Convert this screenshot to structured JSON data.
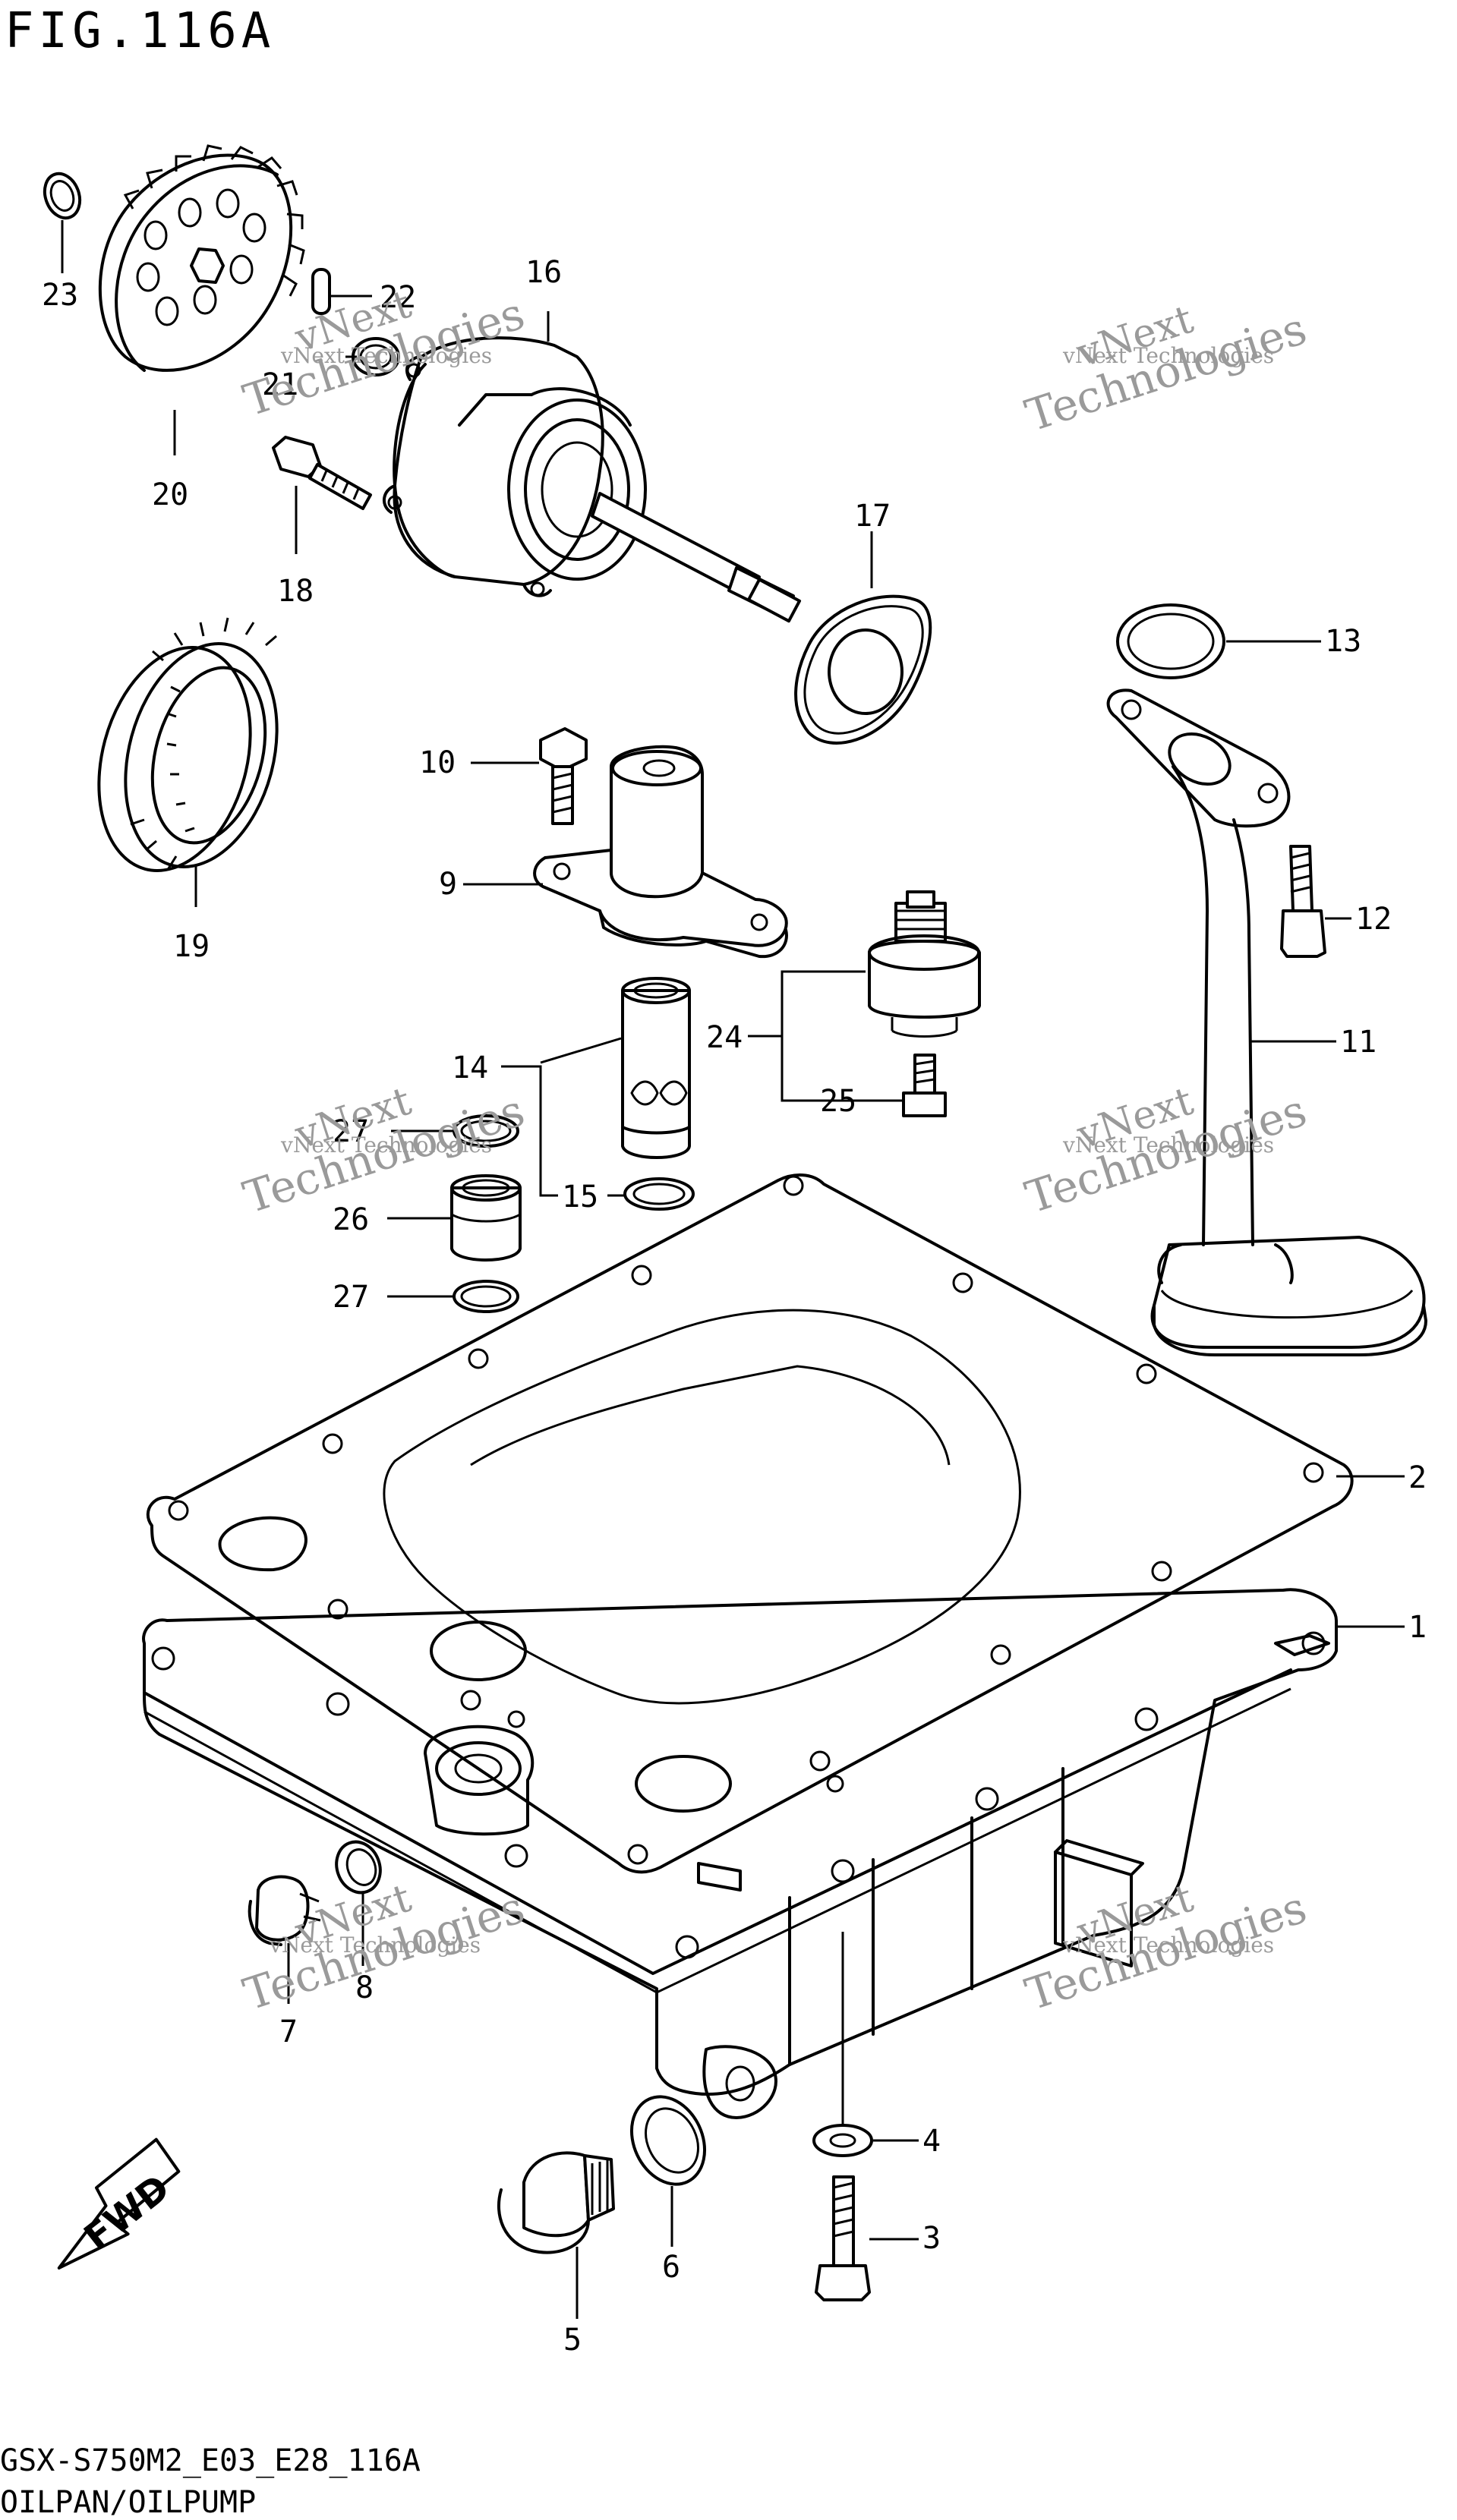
{
  "figure_title": "FIG.116A",
  "footer": {
    "code": "GSX-S750M2_E03_E28_116A",
    "caption": "OILPAN/OILPUMP"
  },
  "fwd_label": "FWD",
  "watermark": {
    "line1": "vNext",
    "line2": "Technologies",
    "small": "vNext Technologies"
  },
  "callouts": [
    "1",
    "2",
    "3",
    "4",
    "5",
    "6",
    "7",
    "8",
    "9",
    "10",
    "11",
    "12",
    "13",
    "14",
    "15",
    "16",
    "17",
    "18",
    "19",
    "20",
    "21",
    "22",
    "23",
    "24",
    "25",
    "26",
    "27",
    "27"
  ]
}
